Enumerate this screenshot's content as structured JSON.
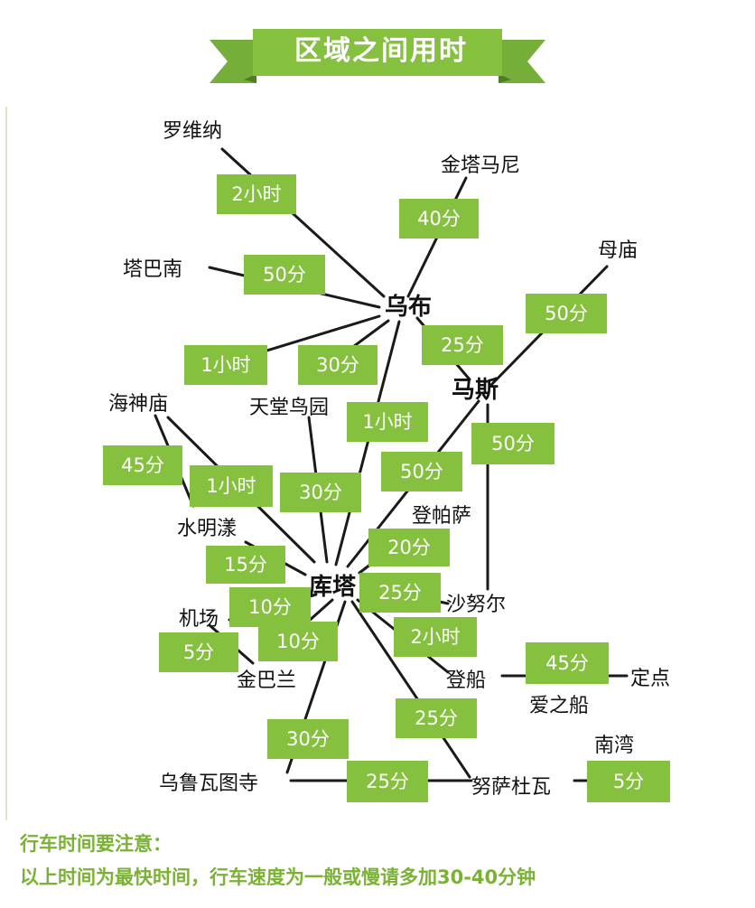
{
  "header": {
    "title": "区域之间用时"
  },
  "places": {
    "wubu": "乌布",
    "kuta": "库塔",
    "masi": "马斯",
    "luoweina": "罗维纳",
    "jintamani": "金塔马尼",
    "mumiao": "母庙",
    "tabanan": "塔巴南",
    "haishenmiao": "海神庙",
    "tiantang": "天堂鸟园",
    "dengpasa": "登帕萨",
    "shuimingyang": "水明漾",
    "jichang": "机场",
    "jinbalan": "金巴兰",
    "shanuer": "沙努尔",
    "dengchuan": "登船",
    "dingdian": "定点",
    "aizhichuan": "爱之船",
    "nanwan": "南湾",
    "wuluwatu": "乌鲁瓦图寺",
    "nusadua": "努萨杜瓦"
  },
  "times": {
    "luoweina_wubu": "2小时",
    "jinta_wubu": "40分",
    "taba_wubu": "50分",
    "mumiao_masi": "50分",
    "wubu_masi": "25分",
    "hai_wubu": "1小时",
    "tiantang_wubu": "30分",
    "wubu_kuta": "1小时",
    "masi_kuta": "50分",
    "masi_shanuer": "50分",
    "hai_shui": "45分",
    "hai_kuta": "1小时",
    "tiantang_kuta": "30分",
    "dengpasa_kuta": "20分",
    "shui_kuta": "15分",
    "shanuer_kuta": "25分",
    "jichang_kuta": "10分",
    "jinbalan_kuta": "10分",
    "jichang_jinbalan": "5分",
    "dengchuan_kuta": "2小时",
    "dengchuan_dingdian": "45分",
    "wulu_kuta": "30分",
    "nusa_kuta": "25分",
    "wulu_nusa": "25分",
    "nusa_nanwan": "5分"
  },
  "footer": {
    "line1": "行车时间要注意：",
    "line2": "以上时间为最快时间，行车速度为一般或慢请多加30-40分钟"
  },
  "colors": {
    "accent_green": "#86c03f",
    "dark_green": "#5c8f2a",
    "note_green": "#7ab234",
    "line": "#1a1a1a"
  }
}
